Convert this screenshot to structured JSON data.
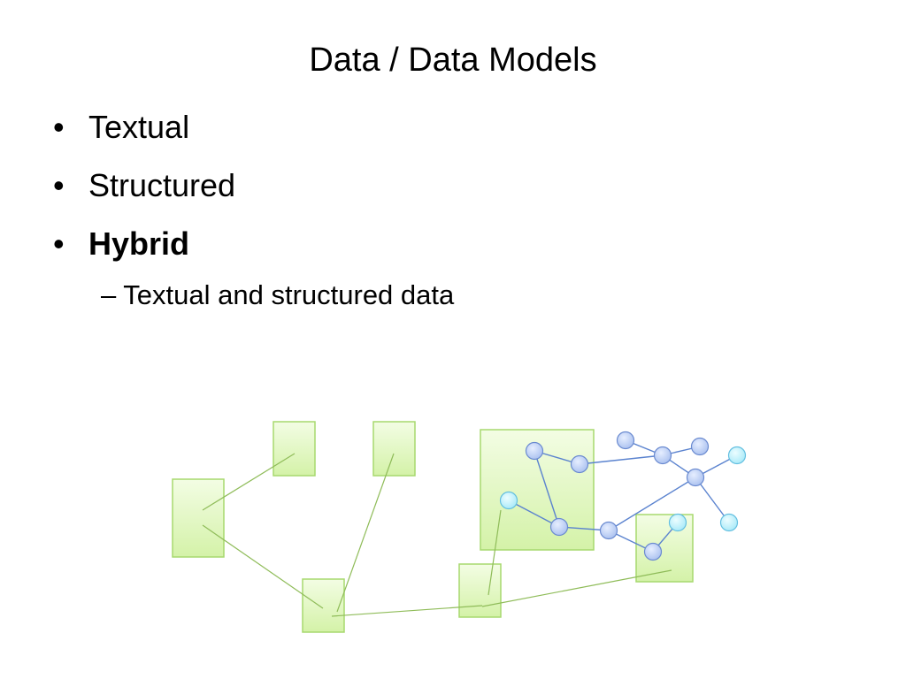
{
  "slide": {
    "title": "Data / Data Models",
    "bullets": [
      {
        "label": "Textual",
        "bold": false
      },
      {
        "label": "Structured",
        "bold": false
      },
      {
        "label": "Hybrid",
        "bold": true
      }
    ],
    "sub_bullet": "– Textual and structured data"
  },
  "colors": {
    "box_fill": "#e3f7c6",
    "box_stroke": "#a7d96e",
    "box_link": "#8fbc59",
    "node_fill": "#b9cdf3",
    "node_stroke": "#6a8ad0",
    "node_light_fill": "#bdf0fb",
    "node_light_stroke": "#63bfe0",
    "graph_link": "#5b83cf"
  }
}
